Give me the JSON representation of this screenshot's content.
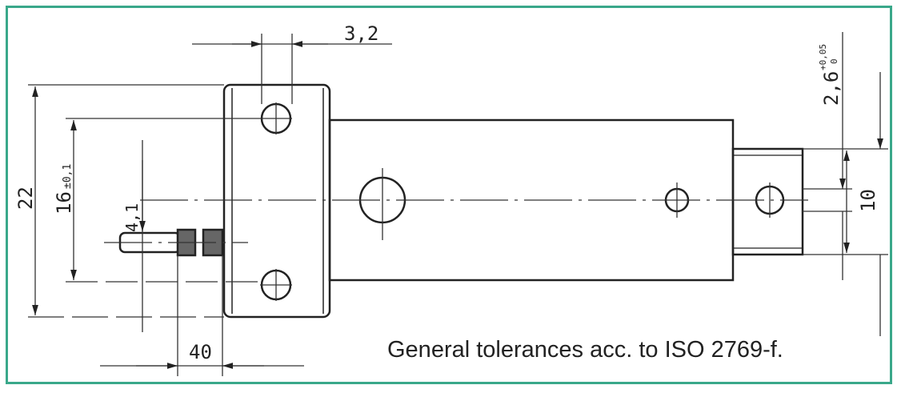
{
  "dimensions": {
    "d22": "22",
    "d16": "16",
    "d16_tol": "±0,1",
    "d4_1": "4,1",
    "d3_2": "3,2",
    "d40": "40",
    "d2_6": "2,6",
    "d2_6_tol_upper": "+0,05",
    "d2_6_tol_lower": "0",
    "d10": "10"
  },
  "note": "General tolerances acc. to ISO 2769-f.",
  "colors": {
    "frame": "#3aa88a",
    "line": "#222222"
  }
}
